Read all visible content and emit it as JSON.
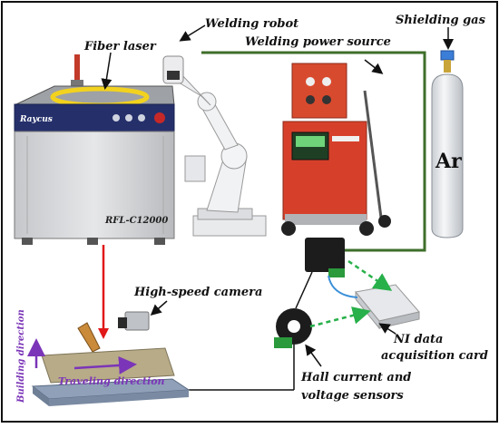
{
  "labels": {
    "fiber_laser": "Fiber laser",
    "welding_robot": "Welding robot",
    "welding_power_source": "Welding power source",
    "shielding_gas": "Shielding gas",
    "gas_name": "Ar",
    "high_speed_camera": "High-speed camera",
    "ni_card_line1": "NI data",
    "ni_card_line2": "acquisition card",
    "hall_line1": "Hall current and",
    "hall_line2": "voltage sensors",
    "traveling_direction": "Traveling direction",
    "building_direction": "Building direction",
    "laser_brand": "Raycus",
    "laser_model": "RFL-C12000"
  },
  "colors": {
    "laser_beam": "#e01818",
    "power_loop": "#3e6e2a",
    "data_link": "#28b04a",
    "direction_arrow": "#7b35b8",
    "laser_cabinet": "#d9dadc",
    "power_source_body": "#d6402b",
    "gas_cylinder": "#e8eaec",
    "substrate": "#8fa0b8",
    "deposit": "#b8ab88"
  }
}
